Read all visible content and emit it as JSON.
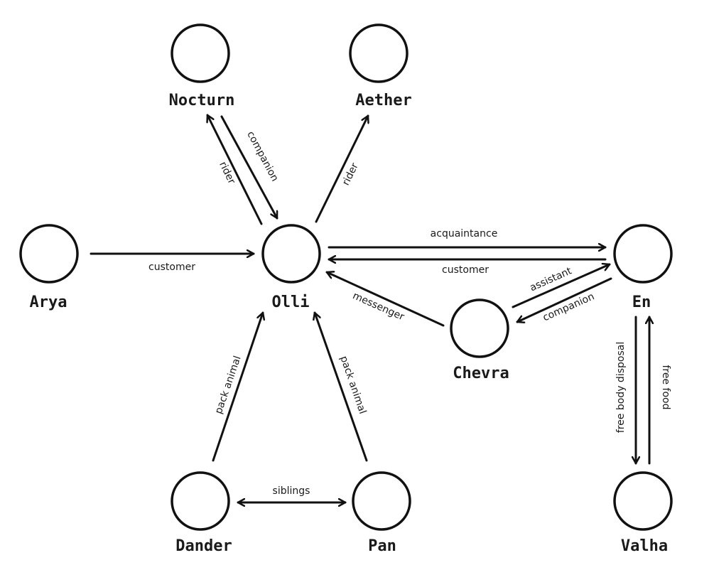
{
  "nodes": {
    "nocturn": {
      "name": "Nocturn",
      "portrait": "dark-brown-bird-portrait",
      "colors": {
        "skin": "#4a2a22",
        "eye": "#3fcf9a"
      }
    },
    "aether": {
      "name": "Aether",
      "portrait": "black-bird-portrait",
      "colors": {
        "skin": "#2b2b2b",
        "eye": "#f08a10"
      }
    },
    "arya": {
      "name": "Arya",
      "portrait": "grey-wolf-portrait",
      "colors": {
        "skin": "#5a5a5a",
        "eye": "#5a4bd0"
      }
    },
    "olli": {
      "name": "Olli",
      "portrait": "green-hatted-creature-portrait",
      "colors": {
        "skin": "#8fd3b8",
        "hat": "#7a4a2e"
      }
    },
    "en": {
      "name": "En",
      "portrait": "skull-faced-creature-portrait",
      "colors": {
        "skin": "#2a2a2a",
        "bone": "#e8e2d6"
      }
    },
    "chevra": {
      "name": "Chevra",
      "portrait": "red-bird-portrait",
      "colors": {
        "skin": "#d77565",
        "crest": "#c63a2c"
      }
    },
    "dander": {
      "name": "Dander",
      "portrait": "brown-owl-portrait",
      "colors": {
        "skin": "#a86246"
      }
    },
    "pan": {
      "name": "Pan",
      "portrait": "brown-raptor-portrait",
      "colors": {
        "skin": "#7a3a28",
        "eye": "#2eb86b"
      }
    },
    "valha": {
      "name": "Valha",
      "portrait": "skull-bird-portrait",
      "colors": {
        "skin": "#2a1616",
        "bone": "#f2f2f2"
      }
    }
  },
  "edges": {
    "olli_nocturn": "rider",
    "nocturn_olli": "companion",
    "olli_aether": "rider",
    "arya_olli": "customer",
    "olli_en": "acquaintance",
    "en_olli": "customer",
    "chevra_olli": "messenger",
    "chevra_en": "assistant",
    "en_chevra": "companion",
    "dander_olli": "pack animal",
    "pan_olli": "pack animal",
    "dander_pan": "siblings",
    "en_valha": "free body disposal",
    "valha_en": "free food"
  }
}
